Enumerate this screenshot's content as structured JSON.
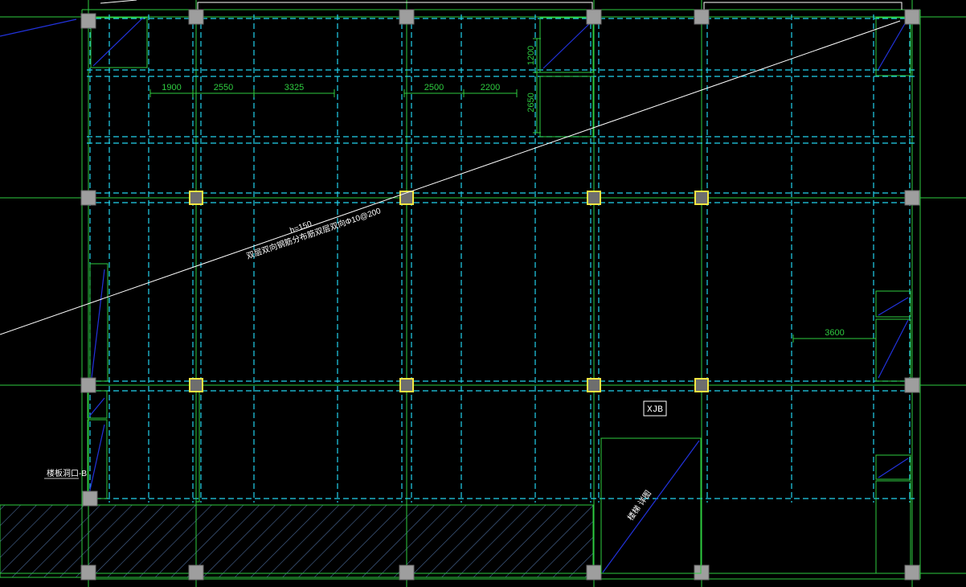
{
  "drawing": {
    "background_color": "#000000",
    "colors": {
      "axis_line": "#2ecc40",
      "beam_dashed": "#22d3ee",
      "slab_outline": "#2ecc40",
      "column_fill": "#9e9e9e",
      "highlight_column": "#f5e642",
      "sloped_line": "#2233dd",
      "leader_line": "#ffffff",
      "hatch": "#4a6a9a"
    },
    "dimensions_top": [
      "1900",
      "2550",
      "3325",
      "2500",
      "2200"
    ],
    "dimensions_vertical": [
      "1200",
      "2650"
    ],
    "dimension_right": "3600",
    "slab_tag": "XJB",
    "slab_note_line1": "h=150",
    "slab_note_line2": "双层双向钢筋分布筋双层双向Φ10@200",
    "stair_note": "楼梯 详图",
    "left_label": "楼板洞口-B"
  }
}
